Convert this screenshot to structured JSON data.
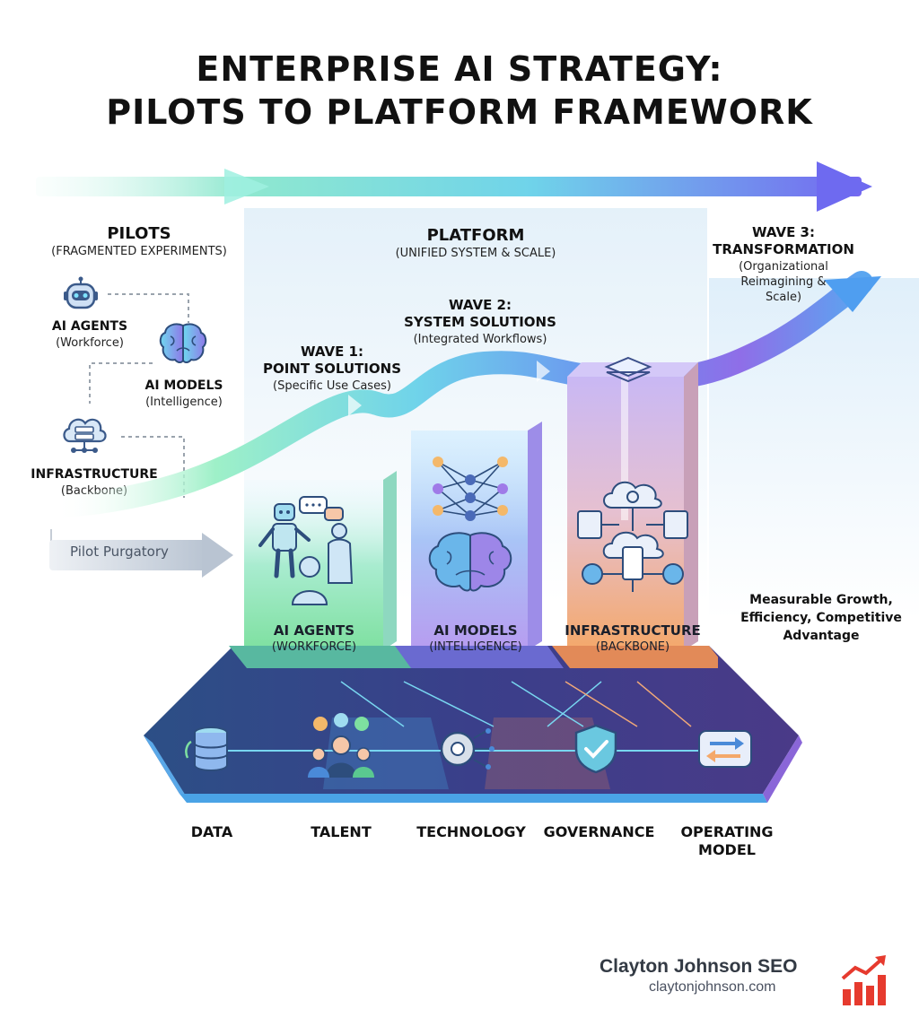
{
  "title": {
    "line1": "ENTERPRISE AI STRATEGY:",
    "line2": "PILOTS TO PLATFORM FRAMEWORK"
  },
  "pilots": {
    "heading": "PILOTS",
    "subheading": "(FRAGMENTED EXPERIMENTS)",
    "items": [
      {
        "title": "AI AGENTS",
        "subtitle": "(Workforce)",
        "icon": "robot-icon"
      },
      {
        "title": "AI MODELS",
        "subtitle": "(Intelligence)",
        "icon": "brain-icon"
      },
      {
        "title": "INFRASTRUCTURE",
        "subtitle": "(Backbone)",
        "icon": "cloud-server-icon"
      }
    ],
    "purgatory": "Pilot Purgatory"
  },
  "platform": {
    "heading": "PLATFORM",
    "subheading": "(UNIFIED SYSTEM & SCALE)"
  },
  "waves": [
    {
      "title1": "WAVE 1:",
      "title2": "POINT SOLUTIONS",
      "subtitle": "(Specific Use Cases)"
    },
    {
      "title1": "WAVE 2:",
      "title2": "SYSTEM SOLUTIONS",
      "subtitle": "(Integrated Workflows)"
    },
    {
      "title1": "WAVE 3:",
      "title2": "TRANSFORMATION",
      "subtitle_lines": [
        "(Organizational",
        "Reimagining &",
        "Scale)"
      ]
    }
  ],
  "columns": [
    {
      "title": "AI AGENTS",
      "subtitle": "(WORKFORCE)",
      "color": "#7ee0a0"
    },
    {
      "title": "AI MODELS",
      "subtitle": "(INTELLIGENCE)",
      "color": "#b79cf0"
    },
    {
      "title": "INFRASTRUCTURE",
      "subtitle": "(BACKBONE)",
      "color": "#f4a86a"
    }
  ],
  "outcome": {
    "lines": [
      "Measurable Growth,",
      "Efficiency, Competitive",
      "Advantage"
    ]
  },
  "foundation": [
    {
      "label": "DATA",
      "icon": "database-icon"
    },
    {
      "label": "TALENT",
      "icon": "people-icon"
    },
    {
      "label": "TECHNOLOGY",
      "icon": "gear-circuit-icon"
    },
    {
      "label": "GOVERNANCE",
      "icon": "shield-check-icon"
    },
    {
      "label_lines": [
        "OPERATING",
        "MODEL"
      ],
      "icon": "cycle-icon"
    }
  ],
  "brand": {
    "name": "Clayton Johnson SEO",
    "url": "claytonjohnson.com",
    "icon": "bar-chart-growth-icon",
    "color": "#e63a2e"
  },
  "colors": {
    "arrow_start": "#a6ecd8",
    "arrow_end": "#6a6cf0",
    "platform_panel": "#d6e9f6"
  }
}
